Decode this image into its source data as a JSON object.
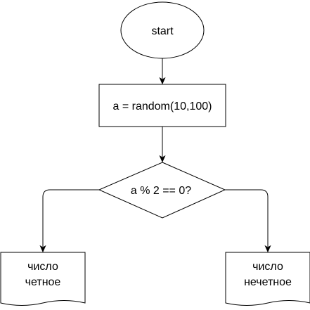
{
  "diagram": {
    "nodes": {
      "start": {
        "label": "start"
      },
      "process": {
        "label": "a = random(10,100)"
      },
      "decision": {
        "label": "a % 2 == 0?"
      },
      "even": {
        "line1": "число",
        "line2": "четное"
      },
      "odd": {
        "line1": "число",
        "line2": "нечетное"
      }
    }
  }
}
